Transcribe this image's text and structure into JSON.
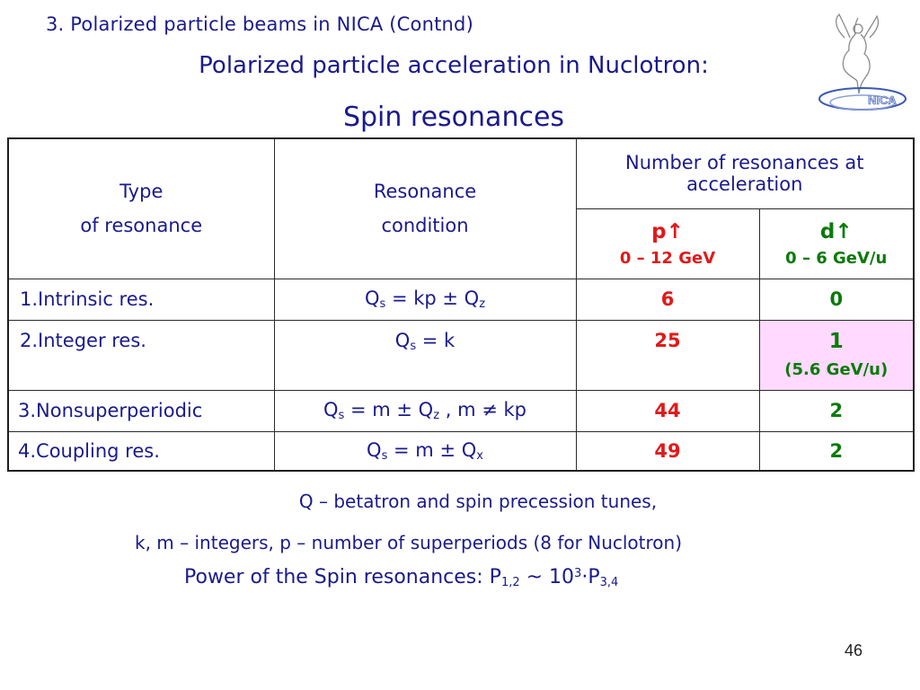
{
  "header": {
    "top_title": "3. Polarized particle beams in NICA (Contnd)",
    "main_title": "Polarized particle acceleration in Nuclotron:",
    "sub_title": "Spin resonances"
  },
  "logo": {
    "text": "NICA",
    "icon": "nica-logo-icon"
  },
  "table": {
    "headers": {
      "type_line1": "Type",
      "type_line2": "of resonance",
      "cond_line1": "Resonance",
      "cond_line2": "condition",
      "number": "Number of resonances at acceleration",
      "p_label": "p",
      "p_arrow": "↑",
      "p_range": "0 – 12 GeV",
      "d_label": "d",
      "d_arrow": "↑",
      "d_range": "0 – 6 GeV/u"
    },
    "rows": [
      {
        "type": "1.Intrinsic res.",
        "cond_main": "Q",
        "cond_sub": "s",
        "cond_mid": " = kp ± Q",
        "cond_sub2": "z",
        "cond_tail": "",
        "p": "6",
        "d": "0",
        "d_note": ""
      },
      {
        "type": "2.Integer res.",
        "cond_main": "Q",
        "cond_sub": "s",
        "cond_mid": " = k",
        "cond_sub2": "",
        "cond_tail": "",
        "p": "25",
        "d": "1",
        "d_note": "(5.6 GeV/u)"
      },
      {
        "type": "3.Nonsuperperiodic",
        "cond_main": "Q",
        "cond_sub": "s",
        "cond_mid": " = m ± Q",
        "cond_sub2": "z",
        "cond_tail": " , m ≠ kp",
        "p": "44",
        "d": "2",
        "d_note": ""
      },
      {
        "type": "4.Coupling res.",
        "cond_main": "Q",
        "cond_sub": "s",
        "cond_mid": " = m ± Q",
        "cond_sub2": "x",
        "cond_tail": "",
        "p": "49",
        "d": "2",
        "d_note": ""
      }
    ]
  },
  "legend": {
    "line1": "Q – betatron and spin precession tunes,",
    "line2": "k, m – integers, p – number of superperiods (8 for Nuclotron)",
    "line3_pre": "Power of the Spin resonances: P",
    "line3_sub1": "1,2",
    "line3_mid": " ~ 10",
    "line3_sup": "3",
    "line3_dot": "·P",
    "line3_sub2": "3,4"
  },
  "page_number": "46",
  "colors": {
    "title": "#1a1a8c",
    "proton": "#e01a1a",
    "deuteron": "#0a7a0a",
    "highlight": "#ffd9ff"
  }
}
